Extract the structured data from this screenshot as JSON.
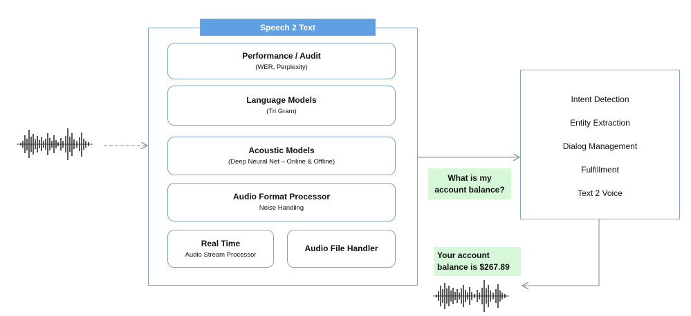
{
  "diagram": {
    "title": "Speech 2 Text",
    "stack": [
      {
        "title": "Performance / Audit",
        "subtitle": "(WER, Perplexity)"
      },
      {
        "title": "Language Models",
        "subtitle": "(Tri Gram)"
      },
      {
        "title": "Acoustic Models",
        "subtitle": "(Deep Neural Net – Online & Offline)"
      },
      {
        "title": "Audio Format Processor",
        "subtitle": "Noise Handling"
      }
    ],
    "bottom_left": {
      "title": "Real Time",
      "subtitle": "Audio Stream Processor"
    },
    "bottom_right": {
      "title": "Audio File Handler"
    },
    "nlu_items": [
      "Intent Detection",
      "Entity Extraction",
      "Dialog Management",
      "Fulfillment",
      "Text 2 Voice"
    ],
    "query_bubble": {
      "line1": "What is my",
      "line2": "account balance?"
    },
    "answer_bubble": {
      "line1": "Your account",
      "line2": "balance is $267.89"
    },
    "colors": {
      "accent": "#5ea0e1",
      "border": "#7fa6c8",
      "bubble": "#d7f7d9",
      "arrow": "#a0a0a0"
    },
    "icons": [
      "audio-waveform-input-icon",
      "audio-waveform-output-icon"
    ]
  }
}
